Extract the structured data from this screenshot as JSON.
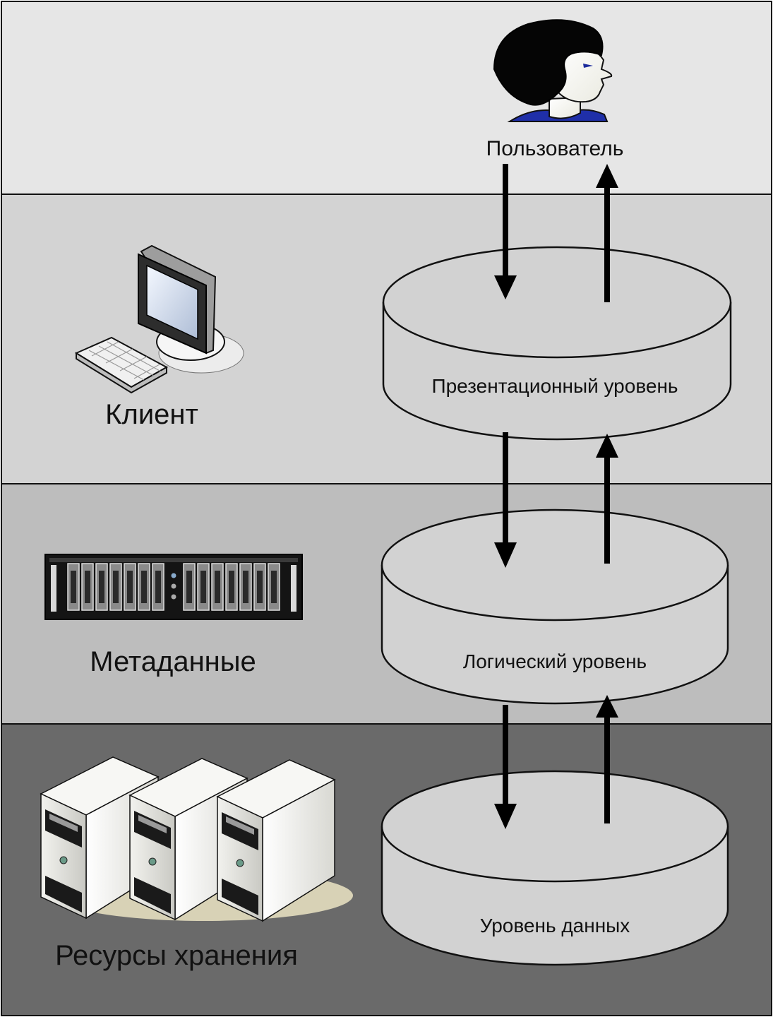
{
  "user": {
    "label": "Пользователь"
  },
  "client": {
    "label": "Клиент"
  },
  "metadata": {
    "label": "Метаданные"
  },
  "storage": {
    "label": "Ресурсы хранения"
  },
  "layers": {
    "presentation": "Презентационный уровень",
    "logic": "Логический уровень",
    "data": "Уровень данных"
  },
  "colors": {
    "band_user": "#e6e6e6",
    "band_client": "#d3d3d3",
    "band_metadata": "#bdbdbd",
    "band_storage": "#6a6a6a",
    "cylinder_fill": "#d2d2d2",
    "outline": "#111111",
    "arrow": "#000000"
  },
  "icons": {
    "user": "user-head-icon",
    "client": "desktop-computer-icon",
    "metadata": "rack-server-icon",
    "storage": "tower-servers-icon"
  }
}
